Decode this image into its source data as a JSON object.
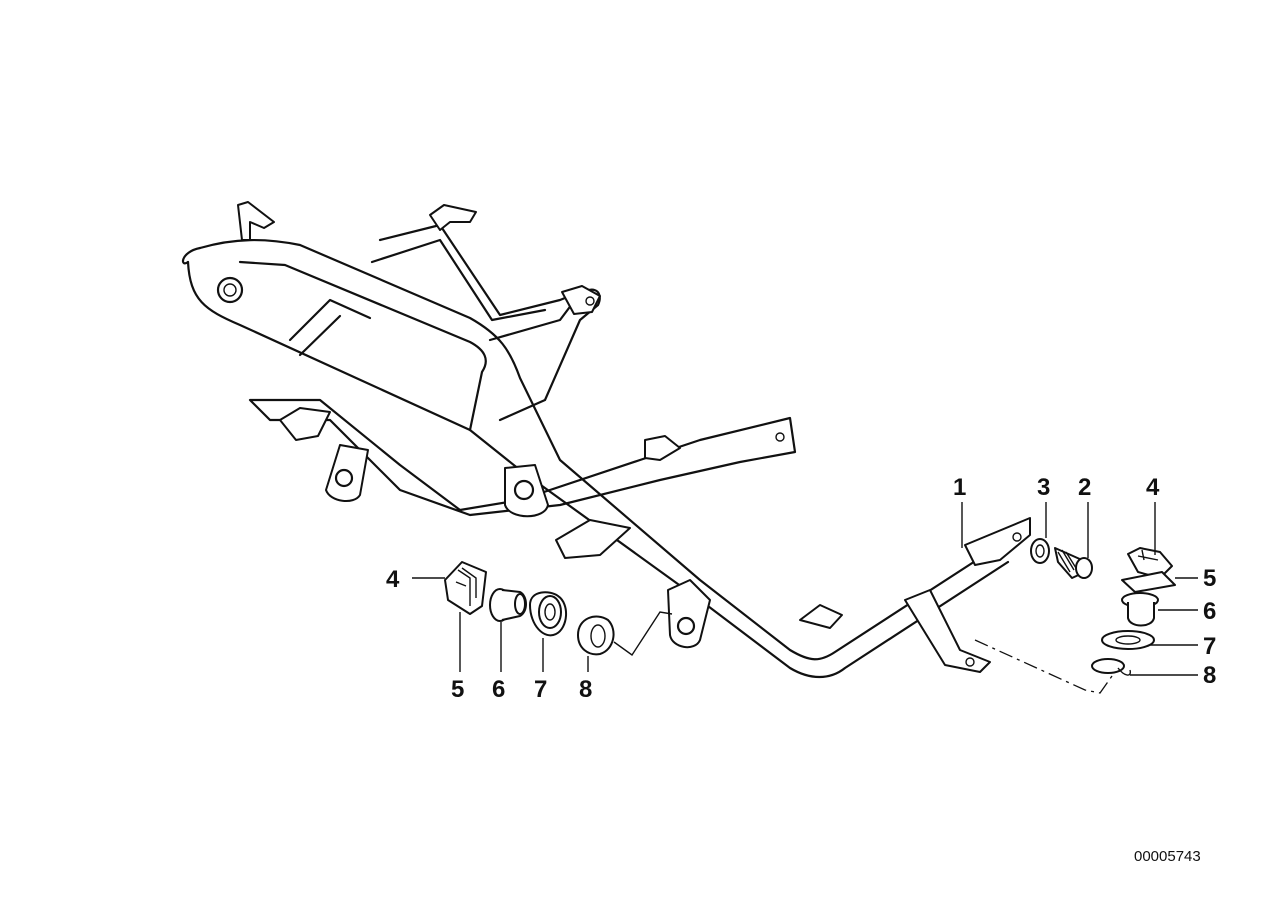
{
  "drawing": {
    "id_number": "00005743"
  },
  "callouts": [
    {
      "key": "c1",
      "label": "1"
    },
    {
      "key": "c3",
      "label": "3"
    },
    {
      "key": "c2",
      "label": "2"
    },
    {
      "key": "c4r",
      "label": "4"
    },
    {
      "key": "c5r",
      "label": "5"
    },
    {
      "key": "c6r",
      "label": "6"
    },
    {
      "key": "c7r",
      "label": "7"
    },
    {
      "key": "c8r",
      "label": "8"
    },
    {
      "key": "c4l",
      "label": "4"
    },
    {
      "key": "c5l",
      "label": "5"
    },
    {
      "key": "c6l",
      "label": "6"
    },
    {
      "key": "c7l",
      "label": "7"
    },
    {
      "key": "c8l",
      "label": "8"
    }
  ]
}
